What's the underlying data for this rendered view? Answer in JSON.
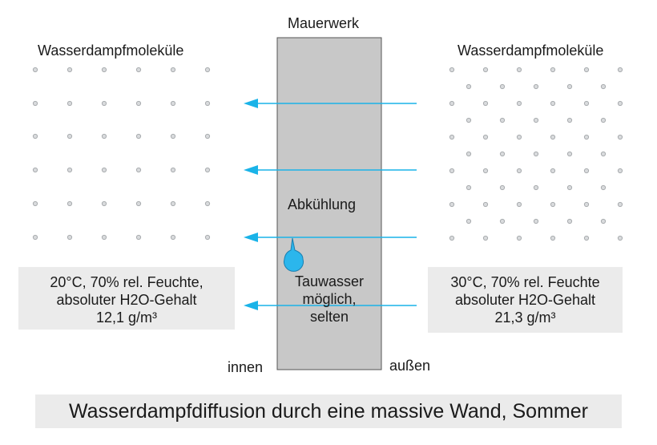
{
  "wall_label": "Mauerwerk",
  "left": {
    "molecules_label": "Wasserdampfmoleküle",
    "conditions": [
      "20°C, 70% rel. Feuchte,",
      "absoluter H2O-Gehalt",
      "12,1 g/m³"
    ],
    "side_label": "innen"
  },
  "right": {
    "molecules_label": "Wasserdampfmoleküle",
    "conditions": [
      "30°C, 70% rel. Feuchte",
      "absoluter H2O-Gehalt",
      "21,3 g/m³"
    ],
    "side_label": "außen"
  },
  "wall_texts": {
    "cooling": "Abkühlung",
    "condensate": [
      "Tauwasser",
      "möglich,",
      "selten"
    ]
  },
  "caption": "Wasserdampfdiffusion durch eine massive Wand, Sommer",
  "colors": {
    "wall": "#c8c8c8",
    "arrow": "#1ab3e8",
    "droplet": "#2bb6ec",
    "molecule": "#a9acaf",
    "box": "#ebebeb"
  }
}
